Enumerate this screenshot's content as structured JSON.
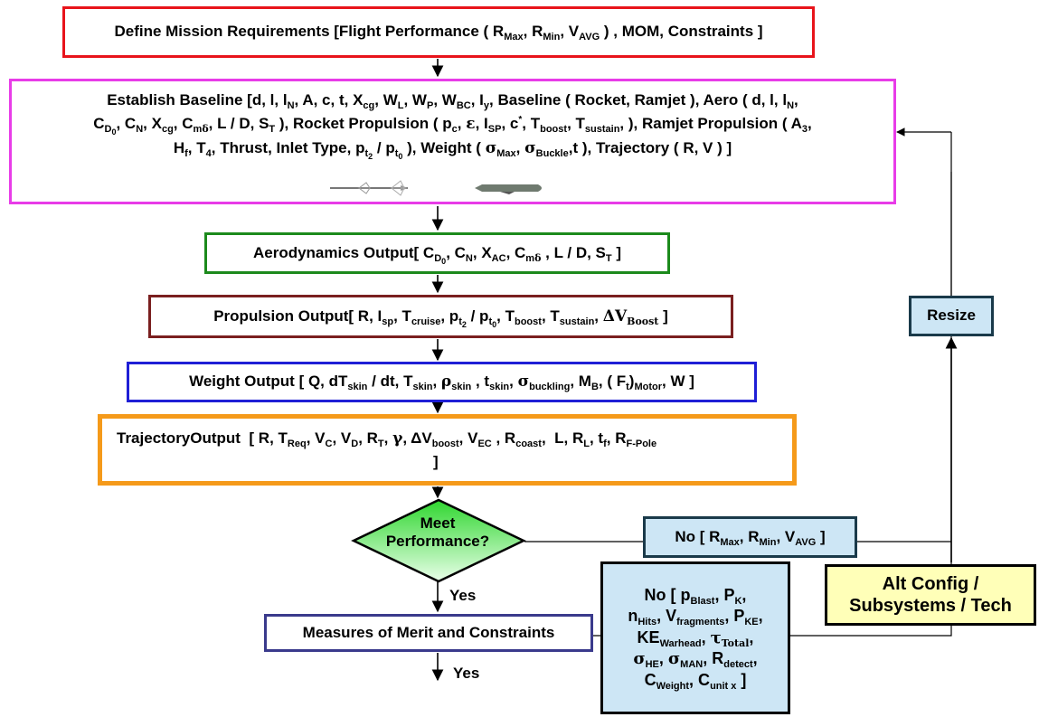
{
  "colors": {
    "mission": "#e8141b",
    "baseline": "#e83ce8",
    "aero": "#1c8a1c",
    "propulsion": "#7a1f1f",
    "weight": "#1f1fd6",
    "trajectory": "#f59a1a",
    "merit": "#3a3a8c",
    "blue_fill": "#cde6f5",
    "yellow_fill": "#ffffb8",
    "diamond_top": "#2fd62f",
    "diamond_bottom": "#e9ffe9"
  },
  "mission": {
    "prefix": "Define Mission Requirements [Flight Performance ( R",
    "suffix": " , MOM, Constraints ]"
  },
  "meet": {
    "line1": "Meet",
    "line2": "Performance?"
  },
  "labels": {
    "yes1": "Yes",
    "yes2": "Yes"
  },
  "merit": {
    "label": "Measures of Merit and Constraints"
  },
  "resize": {
    "label": "Resize"
  },
  "alt": {
    "line1": "Alt Config /",
    "line2": "Subsystems / Tech"
  }
}
